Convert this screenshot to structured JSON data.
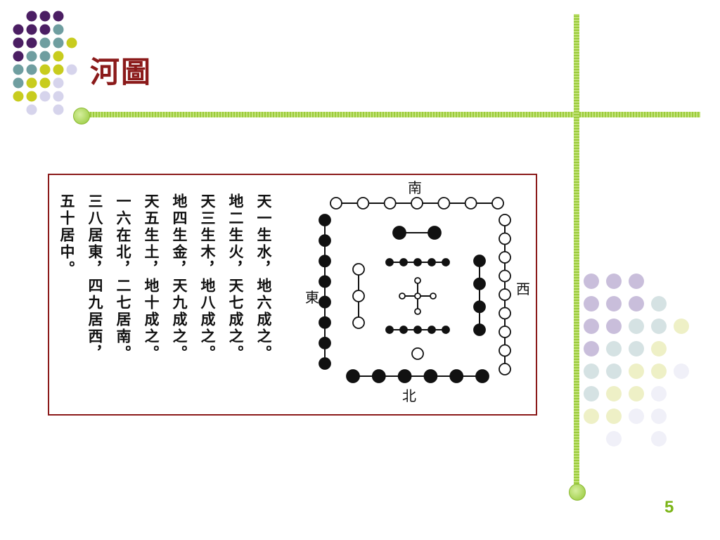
{
  "slide": {
    "title": "河圖",
    "page_number": "5"
  },
  "figure": {
    "text_columns": [
      "天一生水，地六成之。",
      "地二生火，天七成之。",
      "天三生木，地八成之。",
      "地四生金，天九成之。",
      "天五生土，地十成之。",
      "一六在北，二七居南。",
      "三八居東，四九居西，",
      "五十居中。"
    ],
    "directions": {
      "south": "南",
      "north": "北",
      "east": "東",
      "west": "西"
    }
  },
  "colors": {
    "title": "#8b1a1a",
    "accent_line": "#9ccc3c",
    "page_number": "#7cb518",
    "dot_purple": "#4b1e63",
    "dot_teal": "#6f9ea0",
    "dot_yellow": "#c8cc1e",
    "dot_lavender": "#d6d4ec"
  },
  "icons": [
    "decorative-dot-cluster"
  ]
}
